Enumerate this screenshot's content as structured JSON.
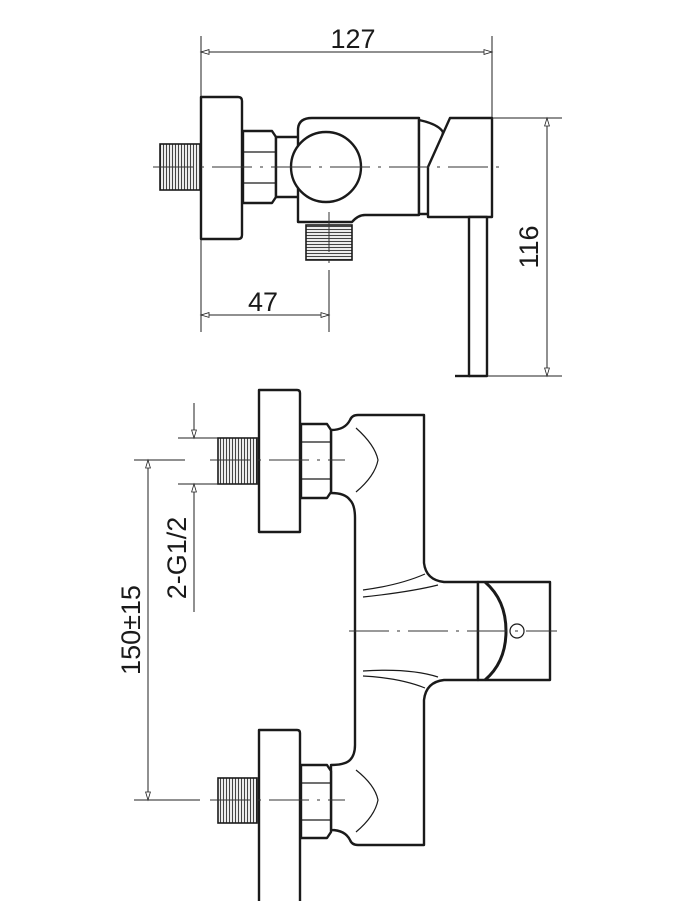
{
  "title": "Shower mixer technical drawing",
  "dimensions": {
    "overall_depth": "127",
    "outlet_offset": "47",
    "height": "116",
    "inlet_spacing": "150±15",
    "inlet_thread": "2-G1/2"
  },
  "colors": {
    "line": "#1a1a1a",
    "background": "#ffffff"
  }
}
